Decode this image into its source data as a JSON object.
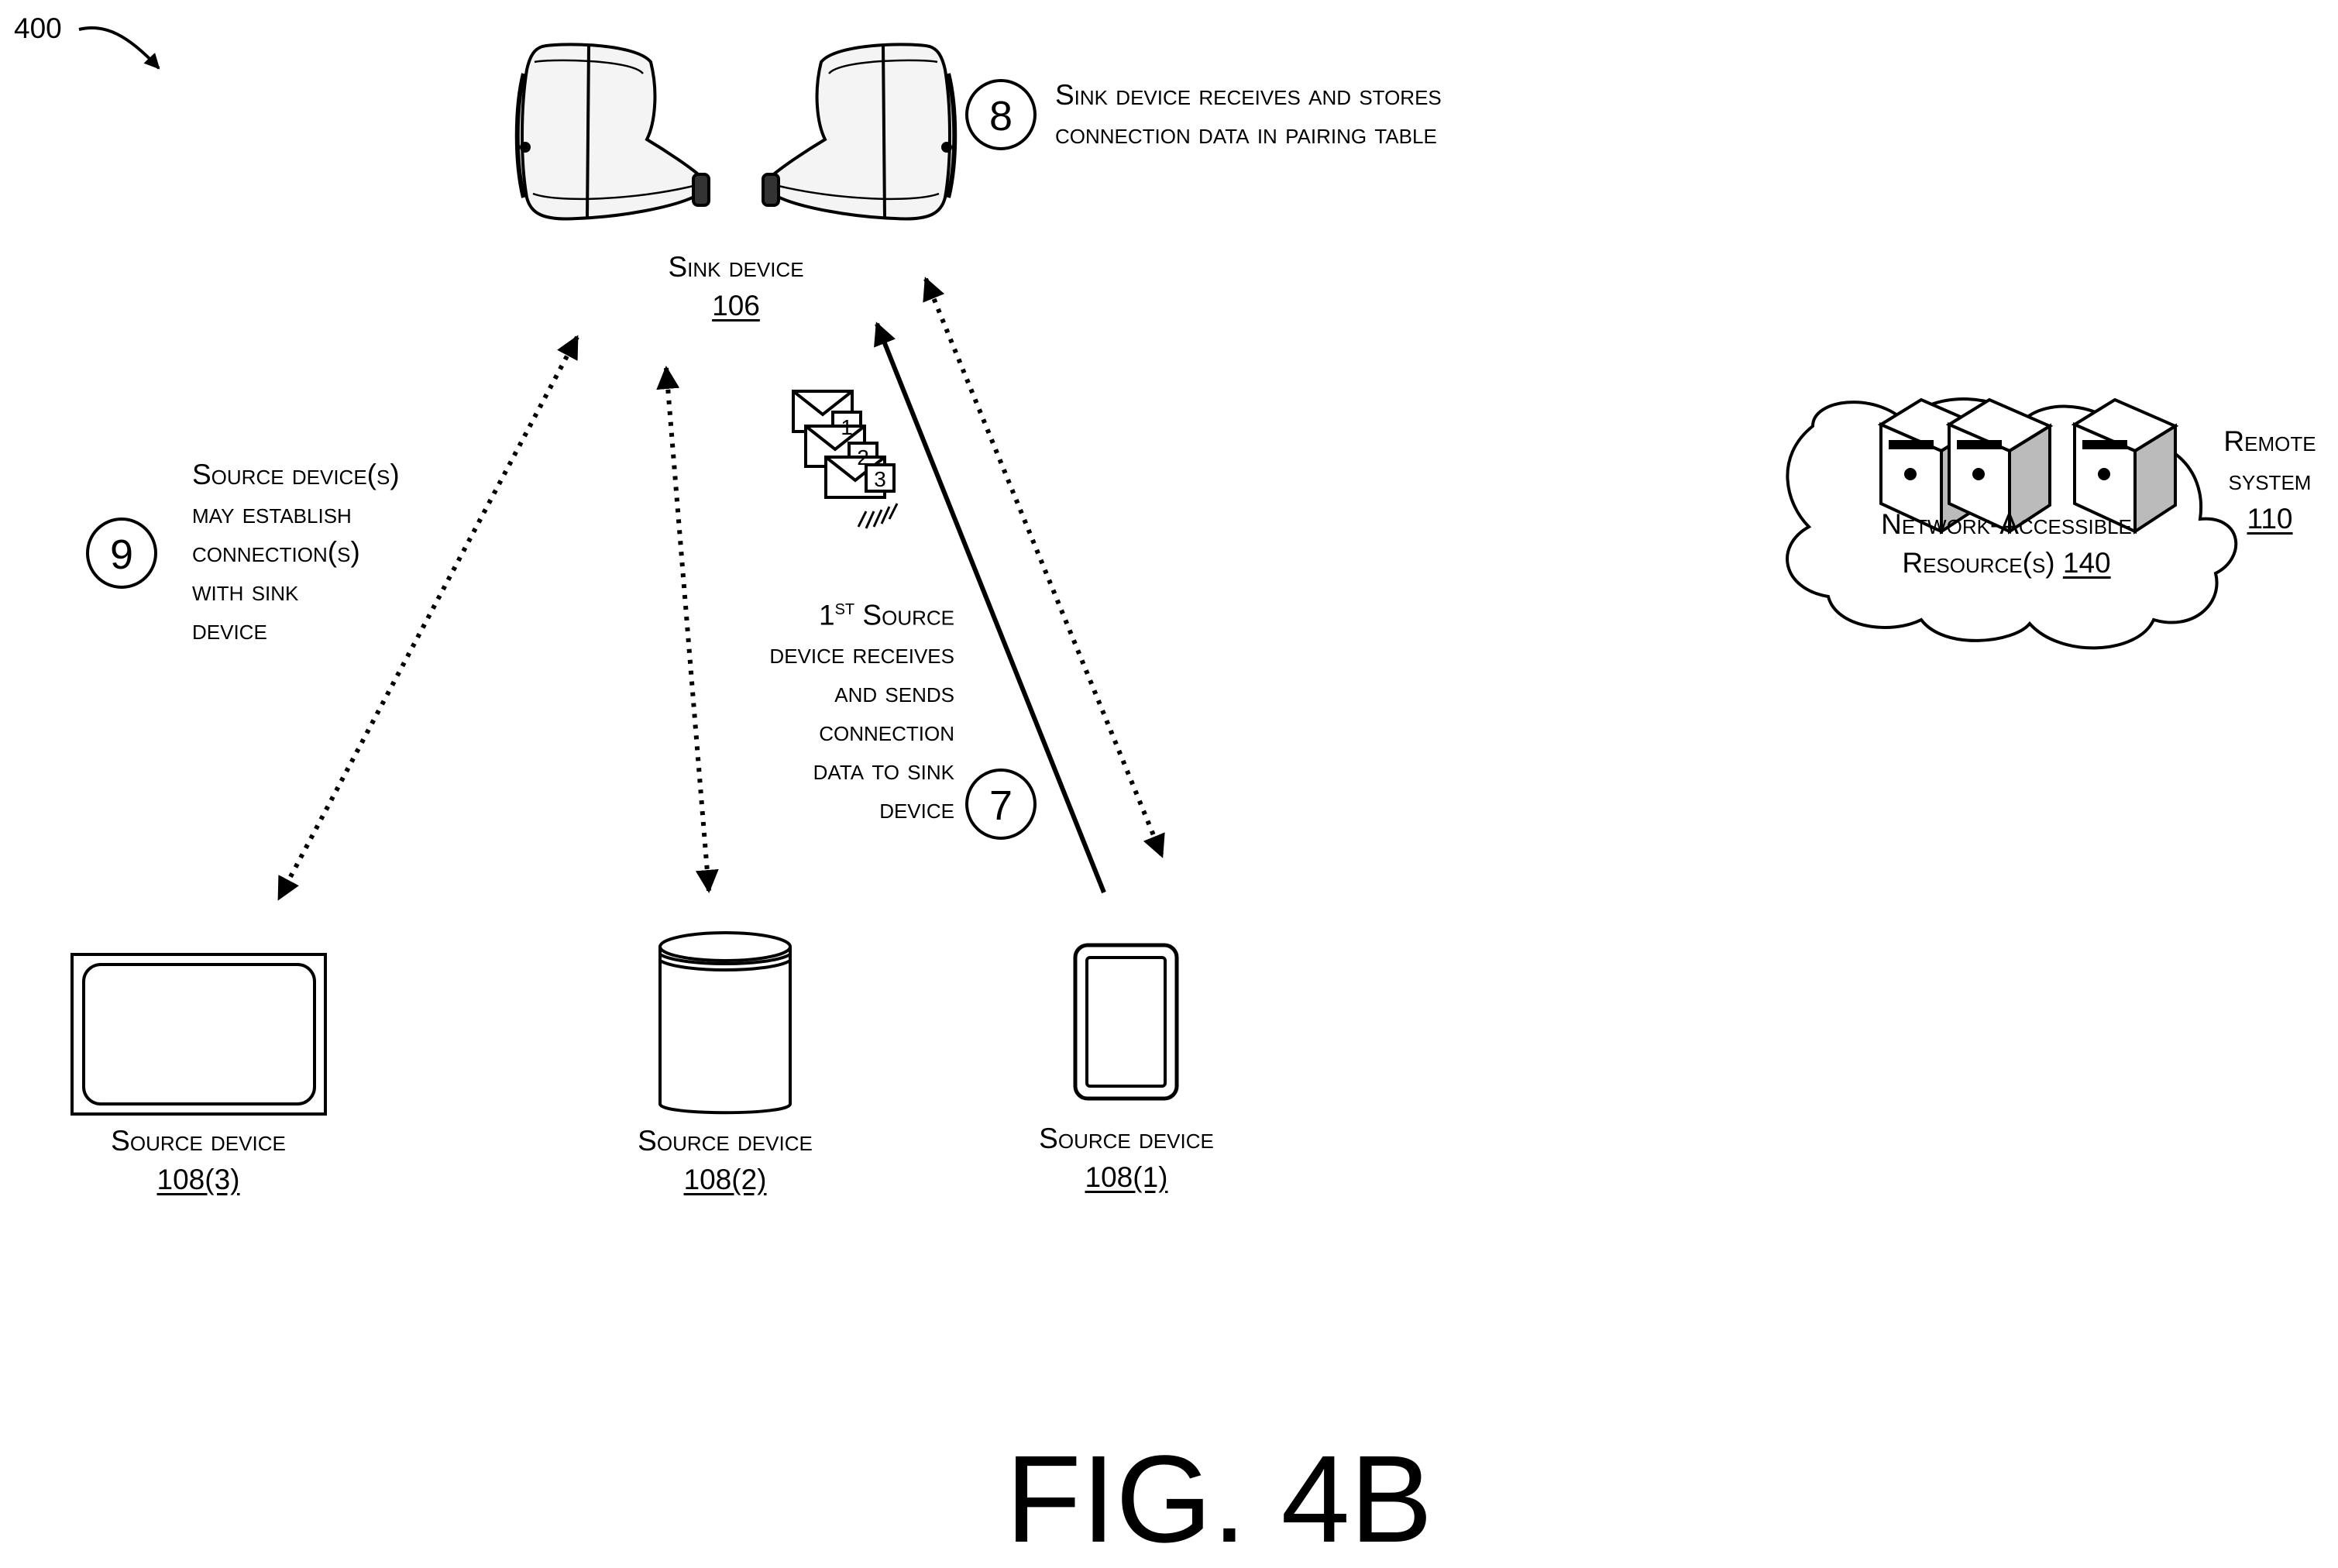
{
  "figure": {
    "ref": "400",
    "caption": "FIG. 4B"
  },
  "sink": {
    "label": "Sink device",
    "ref": "106"
  },
  "steps": {
    "s7": {
      "num": "7",
      "lines": [
        "1",
        "ST",
        " Source",
        "device receives",
        "and sends",
        "connection",
        "data to sink",
        "device"
      ]
    },
    "s8": {
      "num": "8",
      "lines": [
        "Sink device receives and stores",
        "connection data in pairing table"
      ]
    },
    "s9": {
      "num": "9",
      "lines": [
        "Source device(s)",
        "may establish",
        "connection(s)",
        "with sink",
        "device"
      ]
    }
  },
  "messages": [
    "1",
    "2",
    "3"
  ],
  "sources": [
    {
      "label": "Source device",
      "ref": "108(3)"
    },
    {
      "label": "Source device",
      "ref": "108(2)"
    },
    {
      "label": "Source device",
      "ref": "108(1)"
    }
  ],
  "remote": {
    "lines": [
      "Remote",
      "system"
    ],
    "ref": "110",
    "resources_line1": "Network-Accessible",
    "resources_line2": "Resource(s) ",
    "resources_ref": "140",
    "ellipsis": "..."
  }
}
